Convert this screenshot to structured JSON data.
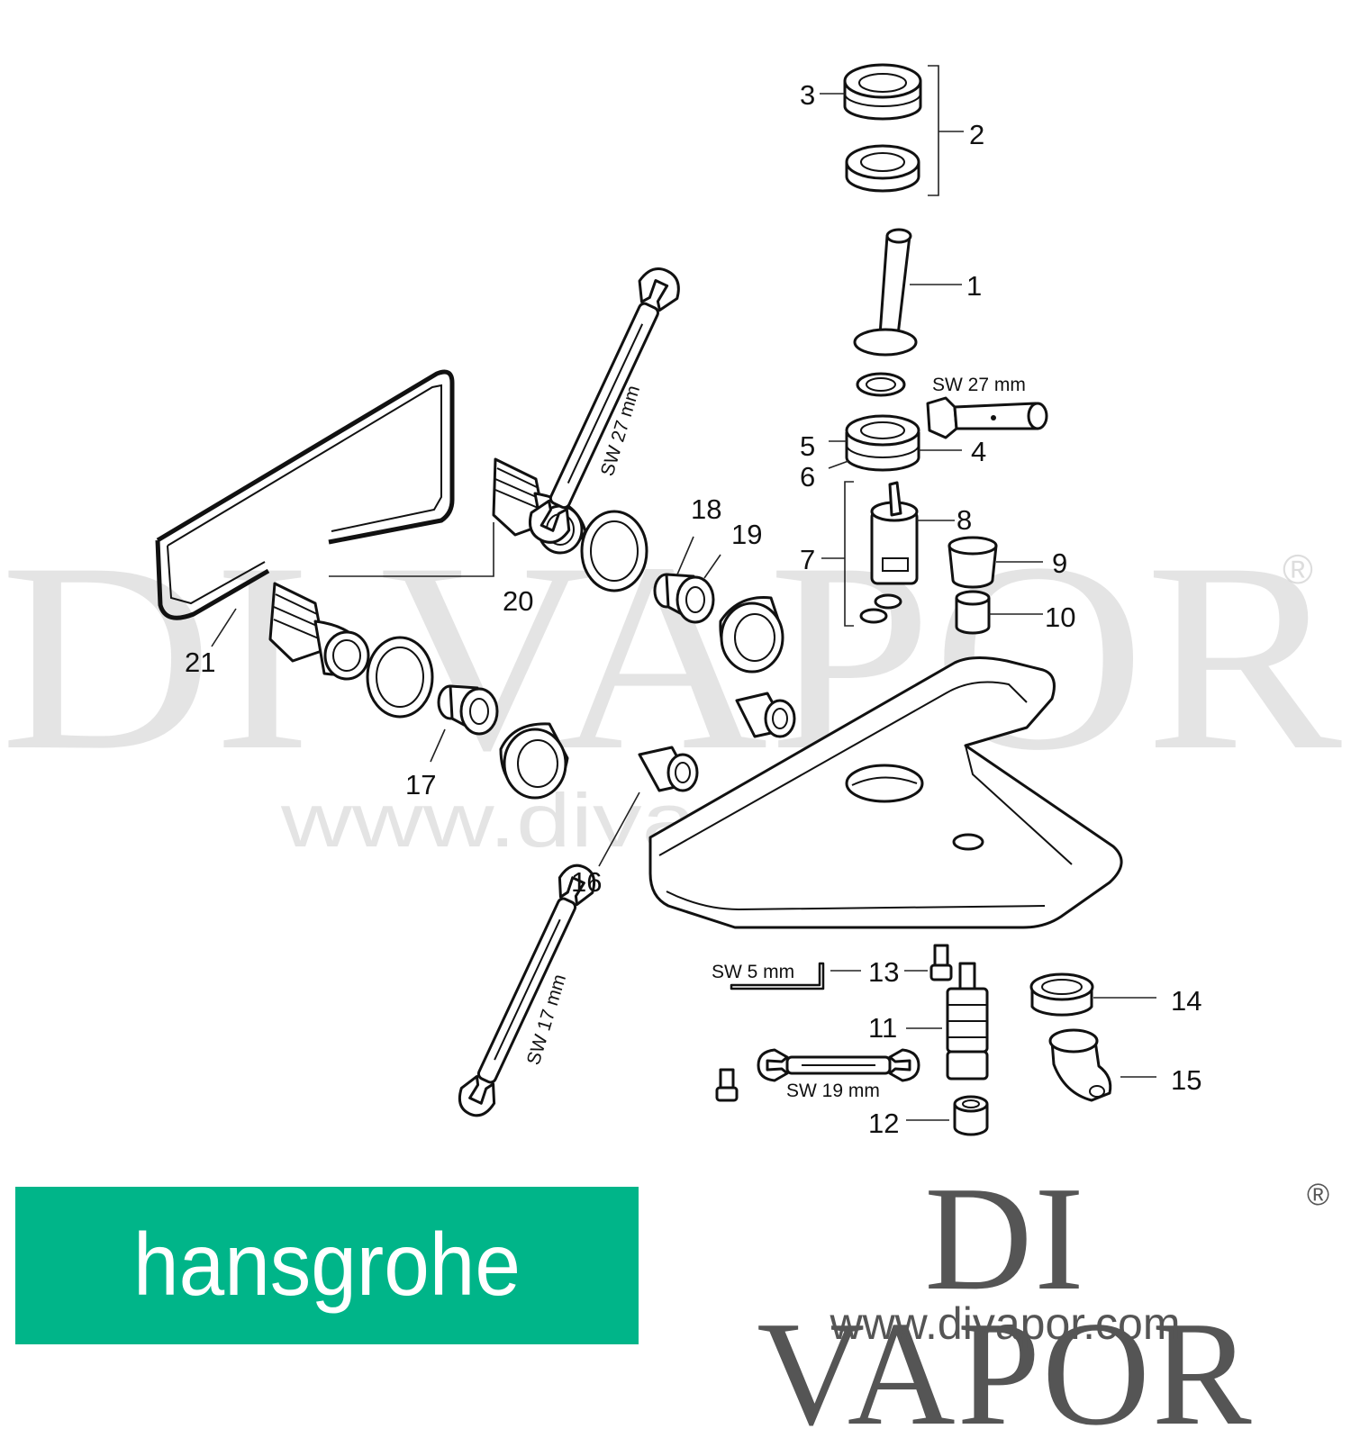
{
  "diagram": {
    "part_labels": [
      "1",
      "2",
      "3",
      "4",
      "5",
      "6",
      "7",
      "8",
      "9",
      "10",
      "11",
      "12",
      "13",
      "14",
      "15",
      "16",
      "17",
      "18",
      "19",
      "20",
      "21"
    ],
    "tool_labels": {
      "sw27_upper_right": "SW 27 mm",
      "sw27_left": "SW 27 mm",
      "sw17": "SW 17 mm",
      "sw5": "SW 5 mm",
      "sw19": "SW 19 mm"
    }
  },
  "watermark": {
    "wordmark": "DI VAPOR",
    "registered": "®",
    "url": "www.divapor.com"
  },
  "brand_left": {
    "logo_text": "hansgrohe",
    "color": "#00b589"
  },
  "brand_right": {
    "wordmark": "DI VAPOR",
    "registered": "®",
    "url": "www.divapor.com",
    "color": "#555555"
  }
}
